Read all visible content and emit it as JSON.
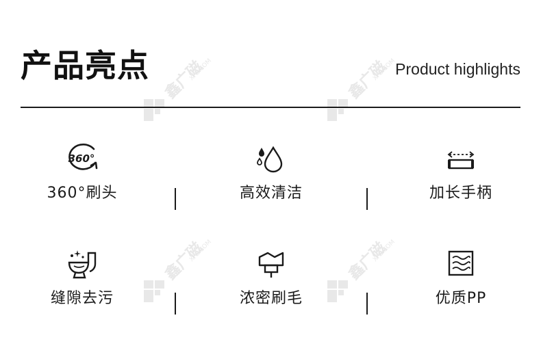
{
  "header": {
    "title": "产品亮点",
    "subtitle": "Product highlights"
  },
  "features": [
    {
      "icon": "rotate-360-icon",
      "label": "360°刷头"
    },
    {
      "icon": "water-drops-icon",
      "label": "高效清洁"
    },
    {
      "icon": "extended-handle-icon",
      "label": "加长手柄"
    },
    {
      "icon": "toilet-clean-icon",
      "label": "缝隙去污"
    },
    {
      "icon": "dense-bristles-icon",
      "label": "浓密刷毛"
    },
    {
      "icon": "wave-material-icon",
      "label": "优质PP"
    }
  ],
  "watermark": {
    "brand": "鑫广磁",
    "domain": "XFS.COM"
  },
  "colors": {
    "text": "#1a1a1a",
    "background": "#ffffff",
    "watermark": "#9a9a9a"
  }
}
